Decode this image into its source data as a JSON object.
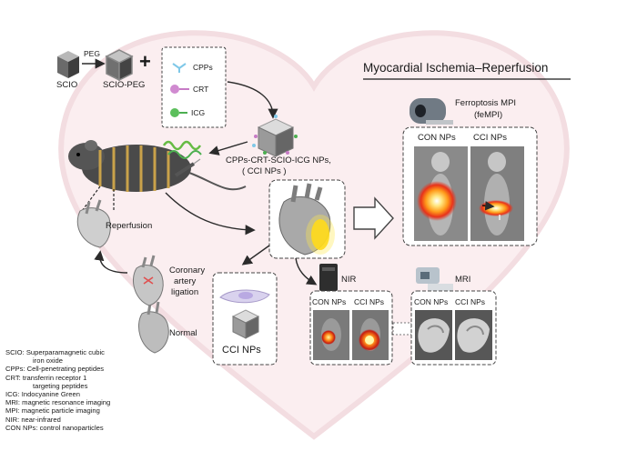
{
  "materials": {
    "peg_label": "PEG",
    "scio_label": "SCIO",
    "scio_peg_label": "SCIO-PEG",
    "plus_symbol": "+",
    "components": [
      {
        "name": "CPPs",
        "color": "#7fc8e8"
      },
      {
        "name": "CRT",
        "color": "#c77bc6"
      },
      {
        "name": "ICG",
        "color": "#4caf50"
      }
    ],
    "nanoparticle_label_line1": "CPPs-CRT-SCIO-ICG NPs,",
    "nanoparticle_label_line2": "( CCI NPs )"
  },
  "model": {
    "reperfusion_label": "Reperfusion",
    "ligation_line1": "Coronary",
    "ligation_line2": "artery",
    "ligation_line3": "ligation",
    "normal_label": "Normal",
    "cell_box_label": "CCI NPs"
  },
  "imaging": {
    "section_title": "Myocardial Ischemia–Reperfusion",
    "mpi_label_line1": "Ferroptosis MPI",
    "mpi_label_line2": "(feMPI)",
    "mpi_panels": [
      "CON NPs",
      "CCI NPs"
    ],
    "nir_label": "NIR",
    "nir_panels": [
      "CON NPs",
      "CCI NPs"
    ],
    "mri_label": "MRI",
    "mri_panels": [
      "CON NPs",
      "CCI NPs"
    ]
  },
  "abbreviations": [
    {
      "term": "SCIO",
      "definition": "Superparamagnetic cubic",
      "cont": "iron oxide"
    },
    {
      "term": "CPPs",
      "definition": "Cell-penetrating peptides"
    },
    {
      "term": "CRT",
      "definition": "transferrin receptor 1",
      "cont": "targeting peptides"
    },
    {
      "term": "ICG",
      "definition": "Indocyanine Green"
    },
    {
      "term": "MRI",
      "definition": "magnetic resonance imaging"
    },
    {
      "term": "MPI",
      "definition": "magnetic particle imaging"
    },
    {
      "term": "NIR",
      "definition": "near-infrared"
    },
    {
      "term": "CON NPs",
      "definition": "control nanoparticles"
    }
  ],
  "colors": {
    "arrow": "#2b2b2b",
    "background_heart": "#fbeef0",
    "hot_spot": "#ffd400",
    "hot_core": "#ff3b1f"
  }
}
